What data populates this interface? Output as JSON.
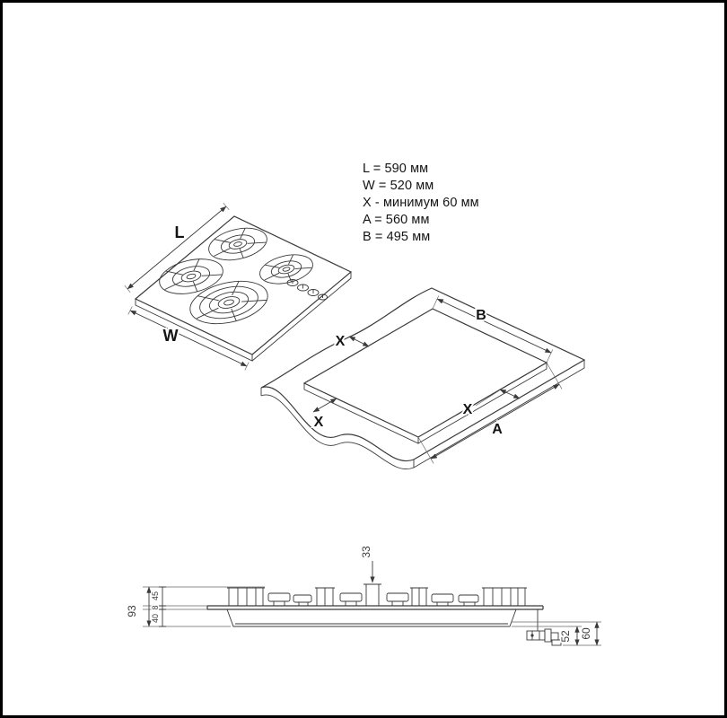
{
  "colors": {
    "frame": "#000000",
    "line": "#3a3a3a",
    "text": "#141414"
  },
  "specs": {
    "lines": [
      "L = 590 мм",
      "W = 520 мм",
      "X - минимум 60 мм",
      "A = 560 мм",
      "B = 495 мм"
    ]
  },
  "hob_view": {
    "length_label": "L",
    "width_label": "W"
  },
  "cutout_view": {
    "b_label": "B",
    "a_label": "A",
    "x_top_label": "X",
    "x_left_label": "X",
    "x_right_label": "X"
  },
  "side_view": {
    "total_height": "93",
    "grate_height": "45",
    "glass_thickness": "8",
    "body_depth": "40",
    "burner_height": "33",
    "gas_dim_inner": "52",
    "gas_dim_outer": "60"
  }
}
